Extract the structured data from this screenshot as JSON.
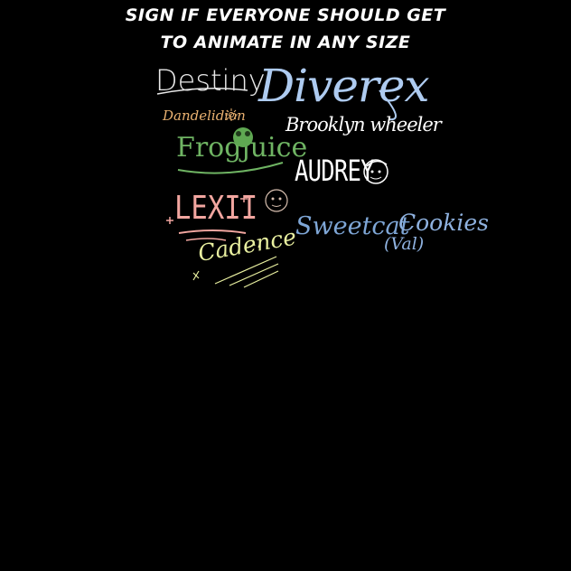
{
  "header": {
    "line1": "SIGN IF EVERYONE SHOULD GET",
    "line2": "TO ANIMATE IN ANY SIZE"
  },
  "signatures": {
    "destiny": "Destiny",
    "diverex": "Diverex",
    "dandelion": "Dandelidion",
    "brooklyn": "Brooklyn wheeler",
    "frogjuice": "Frogjuice",
    "audrey": "AUDREY",
    "lexii": "LEXII",
    "sweetcat": "Sweetcat",
    "cookies": "Cookies",
    "val": "(Val)",
    "cadence": "Cadence"
  },
  "colors": {
    "background": "#000000",
    "title": "#ffffff",
    "destiny": "#e8e8e8",
    "diverex": "#aecbf0",
    "dandelion": "#e8b070",
    "brooklyn": "#ffffff",
    "frogjuice": "#6fb463",
    "audrey": "#ffffff",
    "lexii": "#f2a6a0",
    "sweetcat": "#7ea6d6",
    "cookies": "#8fb2e0",
    "cadence": "#e9f0a0"
  }
}
